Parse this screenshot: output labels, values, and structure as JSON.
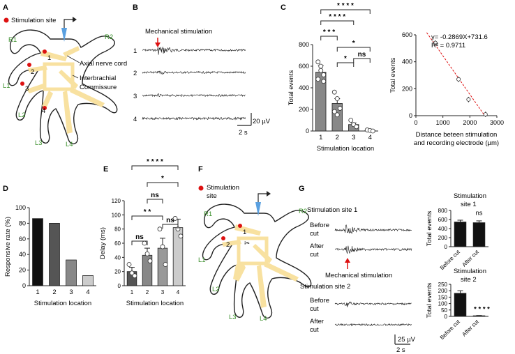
{
  "panels": [
    "A",
    "B",
    "C",
    "D",
    "E",
    "F",
    "G"
  ],
  "colors": {
    "arm": "#f8e1a0",
    "outline": "#222222",
    "red": "#dd1111",
    "green": "#3a8f2b",
    "electrode": "#5aa0e0"
  },
  "A": {
    "legend": "Stimulation site",
    "arms": [
      "R1",
      "R2",
      "L1",
      "L2",
      "L3",
      "L4"
    ],
    "sites": [
      "1",
      "2",
      "3",
      "4"
    ],
    "labels": [
      "Axial nerve cord",
      "Interbrachial",
      "Commissure"
    ]
  },
  "B": {
    "title": "Mechanical stimulation",
    "traces": [
      "1",
      "2",
      "3",
      "4"
    ],
    "scale_v": "20 µV",
    "scale_t": "2 s"
  },
  "C_bar": {
    "ylabel": "Total events",
    "xlabel": "Stimulation location",
    "yticks": [
      "0",
      "200",
      "400",
      "600",
      "800"
    ],
    "categories": [
      "1",
      "2",
      "3",
      "4"
    ],
    "sig": [
      "* * * *",
      "* * * *",
      "* * *",
      "*",
      "ns",
      "*"
    ]
  },
  "C_scatter": {
    "ylabel": "Total events",
    "xlabel1": "Distance beteen stimulation",
    "xlabel2": "and recording electrode (µm)",
    "yticks": [
      "0",
      "200",
      "400",
      "600"
    ],
    "xticks": [
      "0",
      "1000",
      "2000",
      "3000"
    ],
    "eq": "y= -0.2869X+731.6",
    "r2": "R² = 0.9711"
  },
  "D": {
    "ylabel": "Responsive rate (%)",
    "xlabel": "Stimulation location",
    "yticks": [
      "0",
      "20",
      "40",
      "60",
      "80",
      "100"
    ],
    "categories": [
      "1",
      "2",
      "3",
      "4"
    ]
  },
  "E": {
    "ylabel": "Delay (ms)",
    "xlabel": "Stimulation location",
    "yticks": [
      "0",
      "20",
      "40",
      "60",
      "80",
      "100",
      "120"
    ],
    "categories": [
      "1",
      "2",
      "3",
      "4"
    ],
    "sig": [
      "* * * *",
      "*",
      "ns",
      "* *",
      "ns",
      "ns"
    ]
  },
  "F": {
    "legend1": "Stimulation",
    "legend2": "site",
    "arms": [
      "R1",
      "R2",
      "L1",
      "L2",
      "L3",
      "L4"
    ],
    "sites": [
      "1",
      "2"
    ]
  },
  "G": {
    "site1": "Stimulation site 1",
    "site2": "Stimulation site 2",
    "before1": "Before",
    "before2": "cut",
    "after1": "After",
    "after2": "cut",
    "mech": "Mechanical stimulation",
    "scale_v": "25 µV",
    "scale_t": "2 s",
    "bar1_title1": "Stimulation",
    "bar1_title2": "site 1",
    "bar2_title1": "Stimulation",
    "bar2_title2": "site 2",
    "ylabel": "Total events",
    "xcats": [
      "Before cut",
      "After cut"
    ],
    "bar1_yticks": [
      "0",
      "200",
      "400",
      "600",
      "800"
    ],
    "bar2_yticks": [
      "0",
      "50",
      "100",
      "150",
      "200",
      "250"
    ],
    "bar1_sig": "ns",
    "bar2_sig": "* * * *"
  },
  "chart_data": [
    {
      "type": "bar",
      "categories": [
        "1",
        "2",
        "3",
        "4"
      ],
      "values": [
        545,
        255,
        60,
        5
      ],
      "ylabel": "Total events",
      "xlabel": "Stimulation location",
      "ylim": [
        0,
        800
      ]
    },
    {
      "type": "scatter",
      "x": [
        720,
        1580,
        1950,
        2580
      ],
      "y": [
        540,
        270,
        120,
        10
      ],
      "ylabel": "Total events",
      "xlabel": "Distance beteen stimulation and recording electrode (µm)",
      "ylim": [
        0,
        600
      ],
      "xlim": [
        0,
        3000
      ]
    },
    {
      "type": "bar",
      "categories": [
        "1",
        "2",
        "3",
        "4"
      ],
      "values": [
        86,
        80,
        33,
        13
      ],
      "ylabel": "Responsive rate (%)",
      "xlabel": "Stimulation location",
      "ylim": [
        0,
        100
      ]
    },
    {
      "type": "bar",
      "categories": [
        "1",
        "2",
        "3",
        "4"
      ],
      "values": [
        20,
        43,
        53,
        82
      ],
      "ylabel": "Delay (ms)",
      "xlabel": "Stimulation location",
      "ylim": [
        0,
        120
      ]
    },
    {
      "type": "bar",
      "categories": [
        "Before cut",
        "After cut"
      ],
      "values": [
        545,
        530
      ],
      "ylabel": "Total events",
      "ylim": [
        0,
        800
      ]
    },
    {
      "type": "bar",
      "categories": [
        "Before cut",
        "After cut"
      ],
      "values": [
        180,
        5
      ],
      "ylabel": "Total events",
      "ylim": [
        0,
        250
      ]
    }
  ]
}
